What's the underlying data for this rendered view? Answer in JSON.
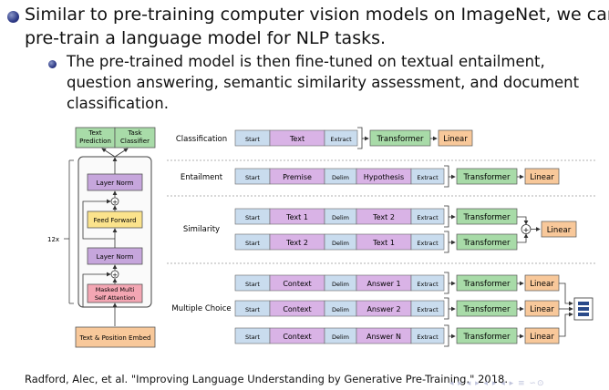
{
  "bullets": {
    "line1": "Similar to pre-training computer vision models on ImageNet, we can",
    "line2": "pre-train a language model for NLP tasks.",
    "sub_line1": "The pre-trained model is then fine-tuned on textual entailment,",
    "sub_line2": "question answering, semantic similarity assessment, and document",
    "sub_line3": "classification."
  },
  "architecture": {
    "top_left": [
      "Text",
      "Prediction"
    ],
    "top_right": [
      "Task",
      "Classifier"
    ],
    "layer_norm_top": "Layer Norm",
    "feed_forward": "Feed Forward",
    "layer_norm_bottom": "Layer Norm",
    "masked_attention": [
      "Masked Multi",
      "Self Attention"
    ],
    "repeat_label": "12x",
    "embed": "Text & Position Embed",
    "plus": "+"
  },
  "tasks": {
    "classification": "Classification",
    "entailment": "Entailment",
    "similarity": "Similarity",
    "multiple_choice": "Multiple Choice"
  },
  "tokens": {
    "start": "Start",
    "extract": "Extract",
    "delim": "Delim",
    "text": "Text",
    "premise": "Premise",
    "hypothesis": "Hypothesis",
    "text1": "Text 1",
    "text2": "Text 2",
    "context": "Context",
    "answer1": "Answer 1",
    "answer2": "Answer 2",
    "answerN": "Answer N"
  },
  "blocks": {
    "transformer": "Transformer",
    "linear": "Linear"
  },
  "colors": {
    "green": "#a8dba8",
    "purple": "#d9b3e6",
    "blue": "#c9dcee",
    "orange": "#f8c89a",
    "yellow": "#fbe38c",
    "bullet": "#2e3a86"
  },
  "citation": "Radford, Alec, et al. \"Improving Language Understanding by Generative Pre-Training.\" 2018.",
  "nav": "◂ ▸ ◂ ▸ ◂ ▸ ◂ ▸ ≡ ∽⊙"
}
